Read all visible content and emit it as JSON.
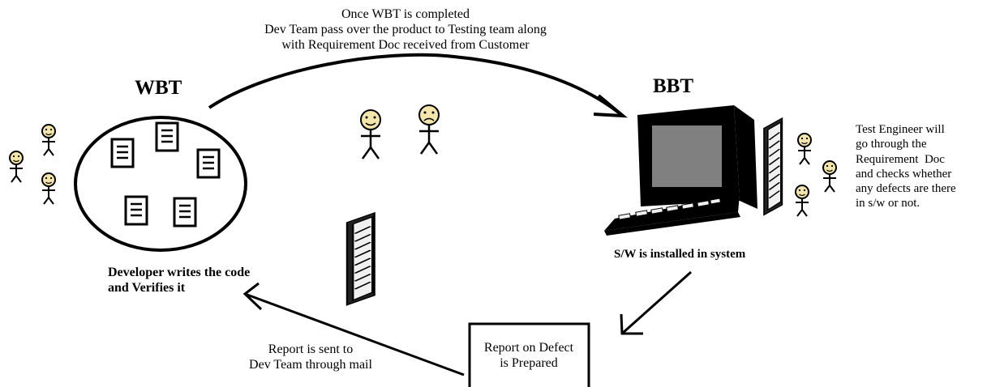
{
  "top_caption": {
    "line1": "Once WBT is completed",
    "line2": "Dev Team pass over the product to Testing team along",
    "line3": "with Requirement Doc received from Customer"
  },
  "wbt": {
    "title": "WBT",
    "caption_line1": "Developer writes the code",
    "caption_line2": "and Verifies it"
  },
  "bbt": {
    "title": "BBT",
    "caption": "S/W is installed in system"
  },
  "test_engineer": {
    "line1": "Test Engineer will",
    "line2": "go through the",
    "line3": "Requirement  Doc",
    "line4": "and checks whether",
    "line5": "any defects are there",
    "line6": "in s/w or not."
  },
  "report_box": {
    "line1": "Report on Defect",
    "line2": "is Prepared"
  },
  "report_sent": {
    "line1": "Report is sent to",
    "line2": "Dev Team through mail"
  },
  "colors": {
    "face": "#f3e5ab",
    "screen": "#808080",
    "monitor": "#000000"
  }
}
